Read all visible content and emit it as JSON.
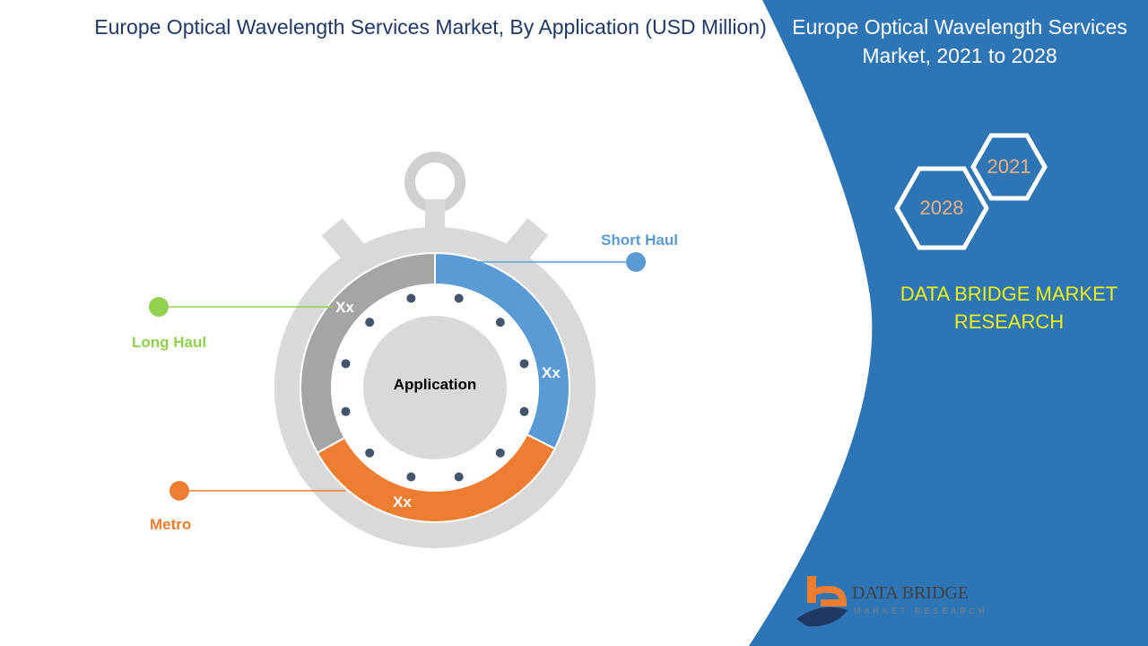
{
  "title": "Europe Optical Wavelength Services Market, By Application (USD Million)",
  "side_panel": {
    "title": "Europe Optical Wavelength Services Market, 2021 to 2028",
    "years": [
      "2021",
      "2028"
    ],
    "brand": "DATA BRIDGE MARKET RESEARCH",
    "logo_text": "DATA BRIDGE",
    "logo_subtext": "MARKET RESEARCH"
  },
  "diagram": {
    "center_label": "Application",
    "segments": [
      {
        "name": "Short Haul",
        "value_label": "Xx",
        "color": "#5b9bd5"
      },
      {
        "name": "Metro",
        "value_label": "Xx",
        "color": "#ed7d31"
      },
      {
        "name": "Long Haul",
        "value_label": "Xx",
        "color": "#a5a5a5"
      }
    ],
    "label_colors": {
      "Short Haul": "#5b9bd5",
      "Metro": "#ed7d31",
      "Long Haul": "#92d050"
    }
  },
  "colors": {
    "panel": "#2e75b6",
    "title": "#1f3864",
    "brand": "#f2f20d"
  }
}
